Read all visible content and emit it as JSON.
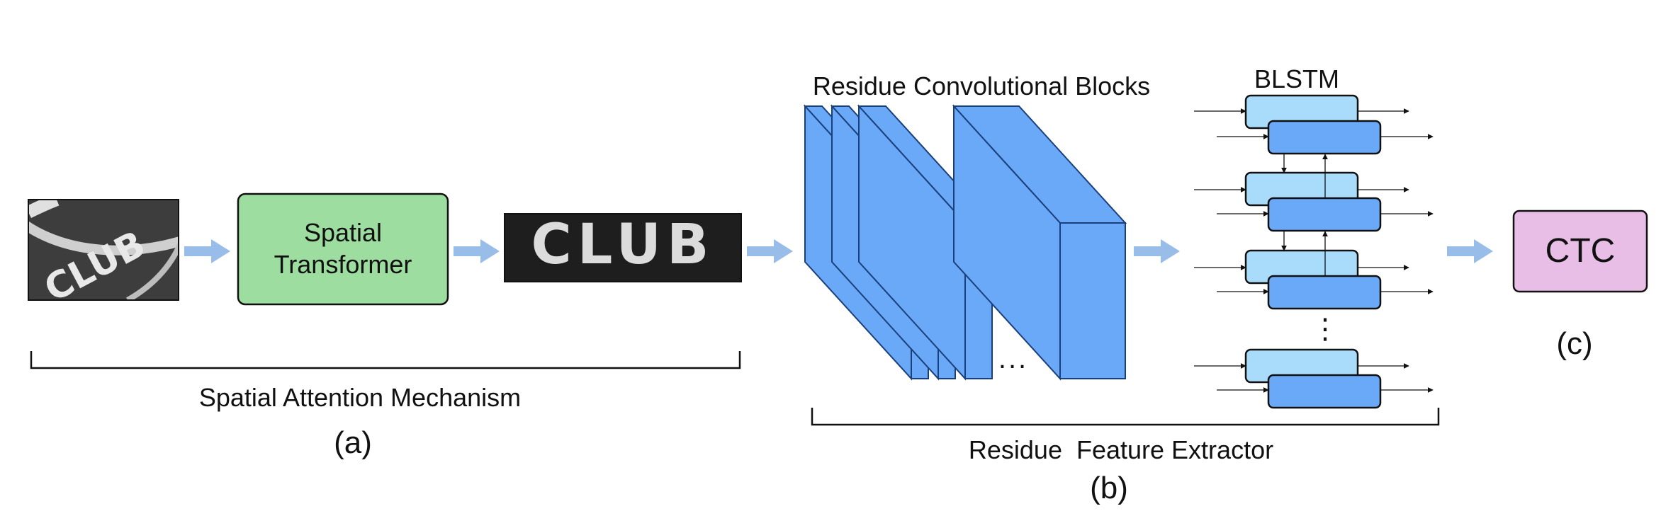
{
  "input_image": {
    "text": "CLUB"
  },
  "spatial_transformer": {
    "line1": "Spatial",
    "line2": "Transformer"
  },
  "rectified_image": {
    "text": "CLUB"
  },
  "conv_blocks": {
    "title": "Residue Convolutional Blocks",
    "ellipsis": "..."
  },
  "blstm": {
    "title": "BLSTM",
    "ellipsis": "⋮"
  },
  "ctc": {
    "label": "CTC"
  },
  "section_a": {
    "label": "Spatial Attention Mechanism",
    "tag": "(a)"
  },
  "section_b": {
    "label": "Residue  Feature Extractor",
    "tag": "(b)"
  },
  "section_c": {
    "tag": "(c)"
  },
  "colors": {
    "transformer_fill": "#9ddd9f",
    "block_fill": "#6aa9f7",
    "lstm_light": "#a9dcfb",
    "lstm_dark": "#6aa9f7",
    "ctc_fill": "#e8bde6",
    "flow_arrow": "#98bde9"
  }
}
